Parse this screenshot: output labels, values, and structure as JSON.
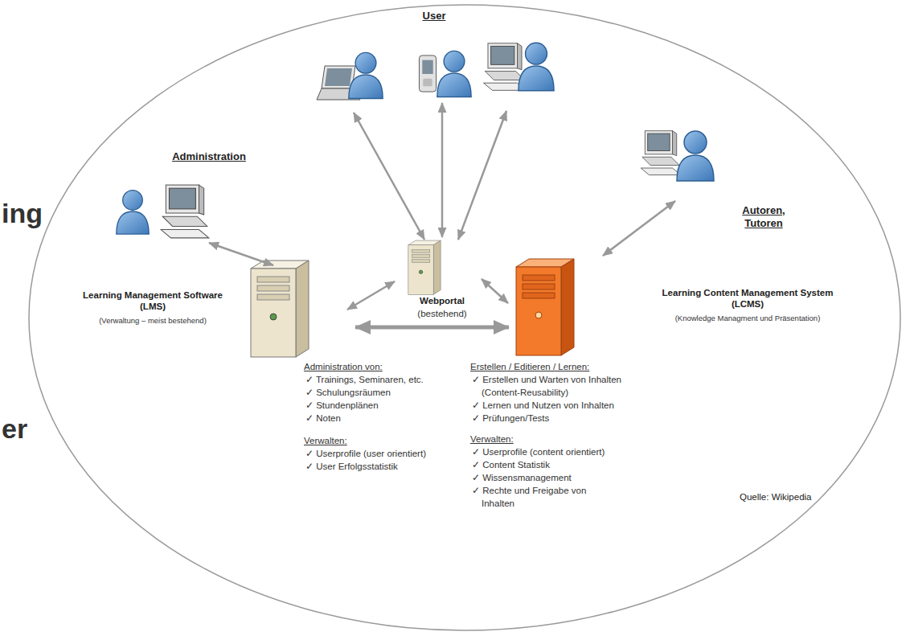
{
  "diagram": {
    "nodes": [
      {
        "text": [
          "User"
        ]
      },
      {
        "text": [
          "Administration"
        ]
      },
      {
        "text": [
          "Autoren, Tutoren"
        ]
      },
      {
        "text": [
          "Webportal",
          "(bestehend)"
        ]
      },
      {
        "text": [
          "Learning Management Software (LMS)",
          "(Verwaltung – meist bestehend)",
          "Administration von:",
          "✓ Trainings, Seminaren, etc.",
          "✓ Schulungsräumen",
          "✓ Stundenplänen",
          "✓ Noten",
          "Verwalten:",
          "✓ Userprofile (user orientiert)",
          "✓ User Erfolgsstatistik"
        ]
      },
      {
        "text": [
          "Learning Content Management System (LCMS)",
          "(Knowledge Managment und Präsentation)",
          "Erstellen / Editieren / Lernen:",
          "✓ Erstellen und Warten von Inhalten (Content-Reusability)",
          "✓ Lernen und Nutzen von Inhalten",
          "✓ Prüfungen/Tests",
          "Verwalten:",
          "✓ Userprofile (content orientiert)",
          "✓ Content Statistik",
          "✓ Wissensmanagement",
          "✓ Rechte und Freigabe von Inhalten"
        ]
      }
    ],
    "edges": [
      {
        "from": 0,
        "to": 3,
        "arrow": "both"
      },
      {
        "from": 0,
        "to": 3,
        "arrow": "both"
      },
      {
        "from": 0,
        "to": 3,
        "arrow": "both"
      },
      {
        "from": 1,
        "to": 4,
        "arrow": "both"
      },
      {
        "from": 2,
        "to": 5,
        "arrow": "both"
      },
      {
        "from": 3,
        "to": 4,
        "arrow": "both"
      },
      {
        "from": 3,
        "to": 5,
        "arrow": "both"
      },
      {
        "from": 4,
        "to": 5,
        "arrow": "both"
      }
    ],
    "labels": [
      "ing",
      "er",
      "Quelle: Wikipedia"
    ]
  }
}
